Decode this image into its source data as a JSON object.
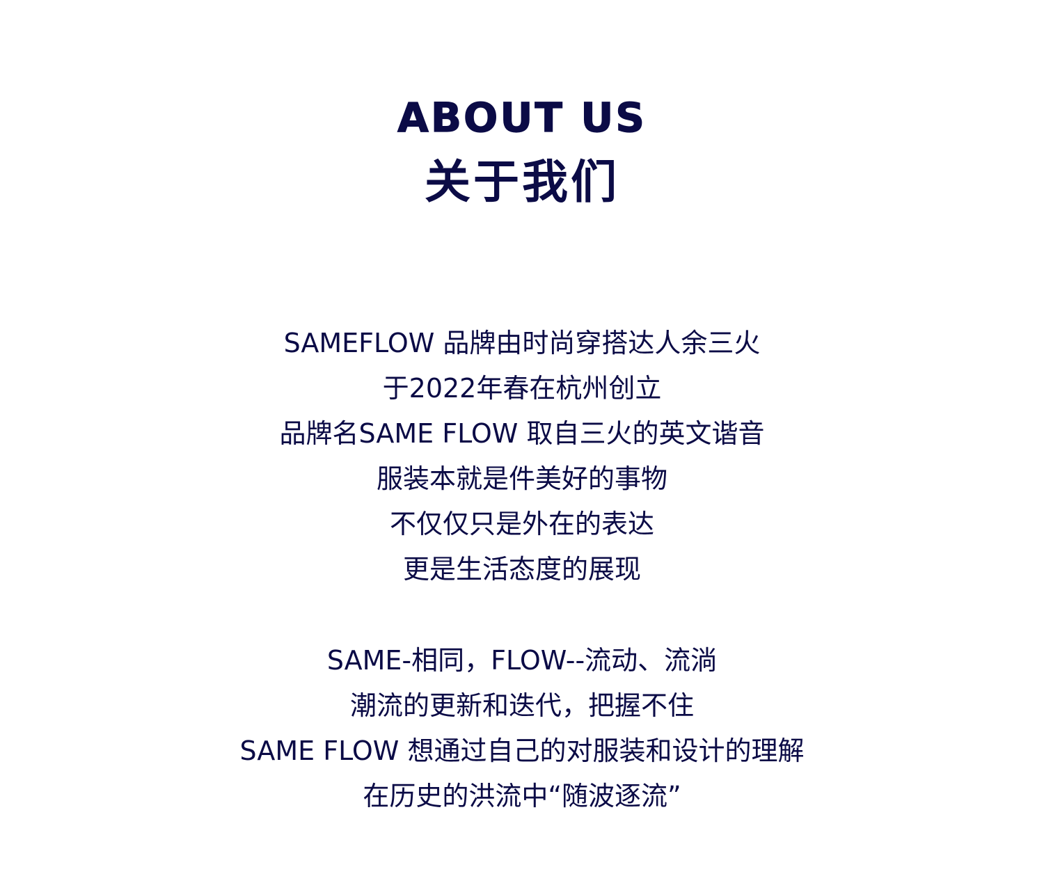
{
  "heading": {
    "en": "ABOUT US",
    "zh": "关于我们"
  },
  "paragraphs": [
    {
      "lines": [
        "SAMEFLOW 品牌由时尚穿搭达人余三火",
        "于2022年春在杭州创立",
        "品牌名SAME FLOW 取自三火的英文谐音",
        "服装本就是件美好的事物",
        "不仅仅只是外在的表达",
        "更是生活态度的展现"
      ]
    },
    {
      "lines": [
        "SAME-相同，FLOW--流动、流淌",
        "潮流的更新和迭代，把握不住",
        "SAME FLOW 想通过自己的对服装和设计的理解",
        "在历史的洪流中“随波逐流”"
      ]
    }
  ],
  "colors": {
    "text": "#0b0b46",
    "background": "#ffffff"
  }
}
